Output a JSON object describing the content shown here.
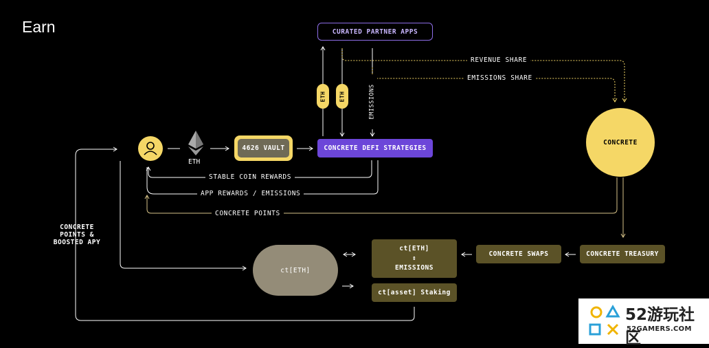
{
  "title": "Earn",
  "nodes": {
    "partner_apps": "CURATED PARTNER APPS",
    "defi_strategies": "CONCRETE DEFI STRATEGIES",
    "vault": "4626 VAULT",
    "eth_token": "ETH",
    "concrete": "CONCRETE",
    "treasury": "CONCRETE TREASURY",
    "swaps": "CONCRETE SWAPS",
    "cteth_box": {
      "line1": "ct[ETH]",
      "arrow": "↕",
      "line2": "EMISSIONS"
    },
    "staking": "ct[asset] Staking",
    "cteth_pill": "ct[ETH]"
  },
  "flows": {
    "eth_up": "ETH",
    "eth_down": "ETH",
    "emissions_vertical": "EMISSIONS",
    "revenue_share": "REVENUE SHARE",
    "emissions_share": "EMISSIONS SHARE",
    "stable_rewards": "STABLE COIN REWARDS",
    "app_rewards": "APP REWARDS / EMISSIONS",
    "concrete_points": "CONCRETE POINTS",
    "side_label": [
      "CONCRETE",
      "POINTS &",
      "BOOSTED APY"
    ]
  },
  "colors": {
    "yellow": "#f5d766",
    "purple": "#6c46d9",
    "olive": "#5b5227",
    "grey_pill": "#948c78"
  },
  "watermark": {
    "title": "52游玩社区",
    "url": "52GAMERS.COM"
  }
}
